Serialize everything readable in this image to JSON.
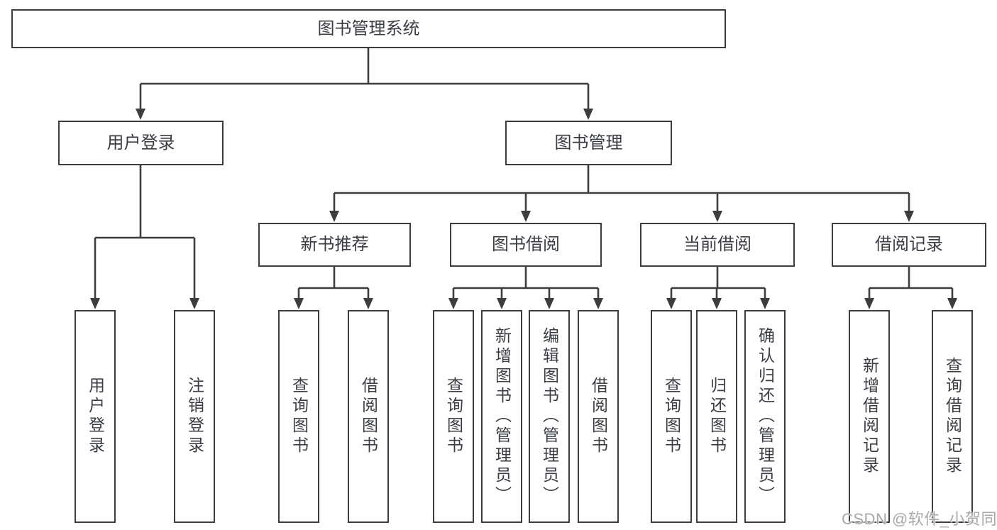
{
  "colors": {
    "line": "#3d3d3d",
    "text": "#3a3e44",
    "background": "#ffffff",
    "watermark_gray": "#a3a3a3"
  },
  "tree": {
    "root": {
      "label": "图书管理系统"
    },
    "branches": [
      {
        "label": "用户登录",
        "children": [
          {
            "label": "用户登录"
          },
          {
            "label": "注销登录"
          }
        ]
      },
      {
        "label": "图书管理",
        "children": [
          {
            "label": "新书推荐",
            "children": [
              {
                "label": "查询图书"
              },
              {
                "label": "借阅图书"
              }
            ]
          },
          {
            "label": "图书借阅",
            "children": [
              {
                "label": "查询图书"
              },
              {
                "label": "新增图书（管理员）"
              },
              {
                "label": "编辑图书（管理员）"
              },
              {
                "label": "借阅图书"
              }
            ]
          },
          {
            "label": "当前借阅",
            "children": [
              {
                "label": "查询图书"
              },
              {
                "label": "归还图书"
              },
              {
                "label": "确认归还（管理员）"
              }
            ]
          },
          {
            "label": "借阅记录",
            "children": [
              {
                "label": "新增借阅记录"
              },
              {
                "label": "查询借阅记录"
              }
            ]
          }
        ]
      }
    ]
  },
  "watermark": {
    "text": "CSDN @软件_小贺同学"
  }
}
